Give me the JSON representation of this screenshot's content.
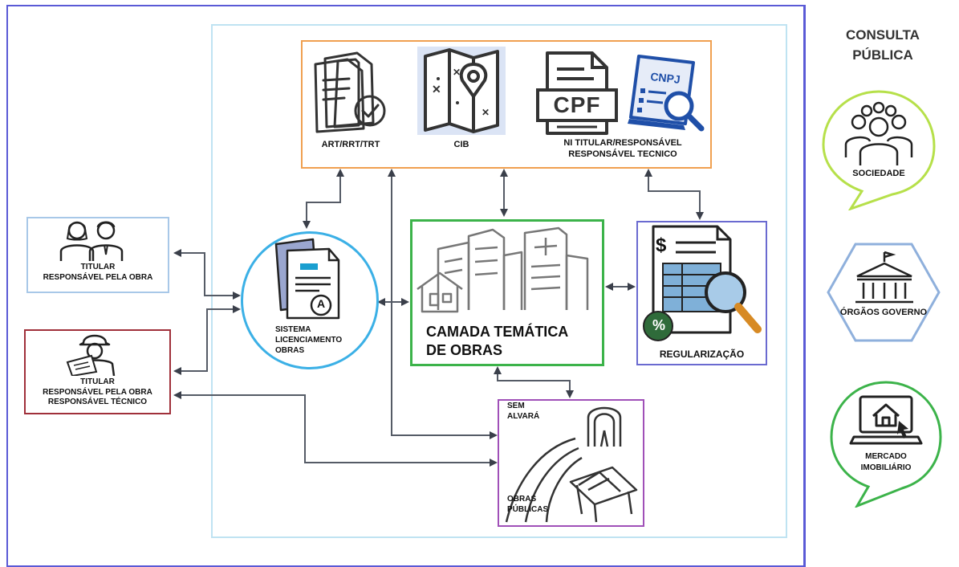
{
  "consulta_publica": {
    "title_line1": "CONSULTA",
    "title_line2": "PÚBLICA"
  },
  "top_box": {
    "art_label": "ART/RRT/TRT",
    "cib_label": "CIB",
    "cpf_text": "CPF",
    "cnpj_text": "CNPJ",
    "ni_label_line1": "NI TITULAR/RESPONSÁVEL",
    "ni_label_line2": "RESPONSÁVEL TECNICO"
  },
  "titular_box": {
    "line1": "TITULAR",
    "line2": "RESPONSÁVEL PELA OBRA"
  },
  "titular_tecnico_box": {
    "line1": "TITULAR",
    "line2": "RESPONSÁVEL PELA OBRA",
    "line3": "RESPONSÁVEL TÉCNICO"
  },
  "sistema": {
    "line1": "SISTEMA",
    "line2": "LICENCIAMENTO",
    "line3": "OBRAS",
    "doc_letter": "A"
  },
  "camada": {
    "line1": "CAMADA TEMÁTICA",
    "line2": "DE OBRAS"
  },
  "regularizacao": {
    "label": "REGULARIZAÇÃO",
    "dollar": "$",
    "percent": "%"
  },
  "sem_alvara": {
    "line1": "SEM",
    "line2": "ALVARÁ",
    "line3": "OBRAS",
    "line4": "PÚBLICAS"
  },
  "right_panel": {
    "sociedade": "SOCIEDADE",
    "orgaos": "ÓRGÃOS GOVERNO",
    "mercado_line1": "MERCADO",
    "mercado_line2": "IMOBILIÁRIO"
  },
  "colors": {
    "main_frame": "#5a5ad6",
    "inner_frame": "#bfe3f2",
    "top_box": "#f0a050",
    "titular_box": "#a8c8e8",
    "titular_tecnico_box": "#a0303a",
    "sistema_circle": "#3bb0e6",
    "camada_box": "#3cb34a",
    "regularizacao_box": "#6a6ad0",
    "sem_alvara_box": "#a050b8",
    "sociedade_bubble": "#b6e04a",
    "orgaos_hex": "#8fb0dc",
    "mercado_bubble": "#3cb34a"
  }
}
